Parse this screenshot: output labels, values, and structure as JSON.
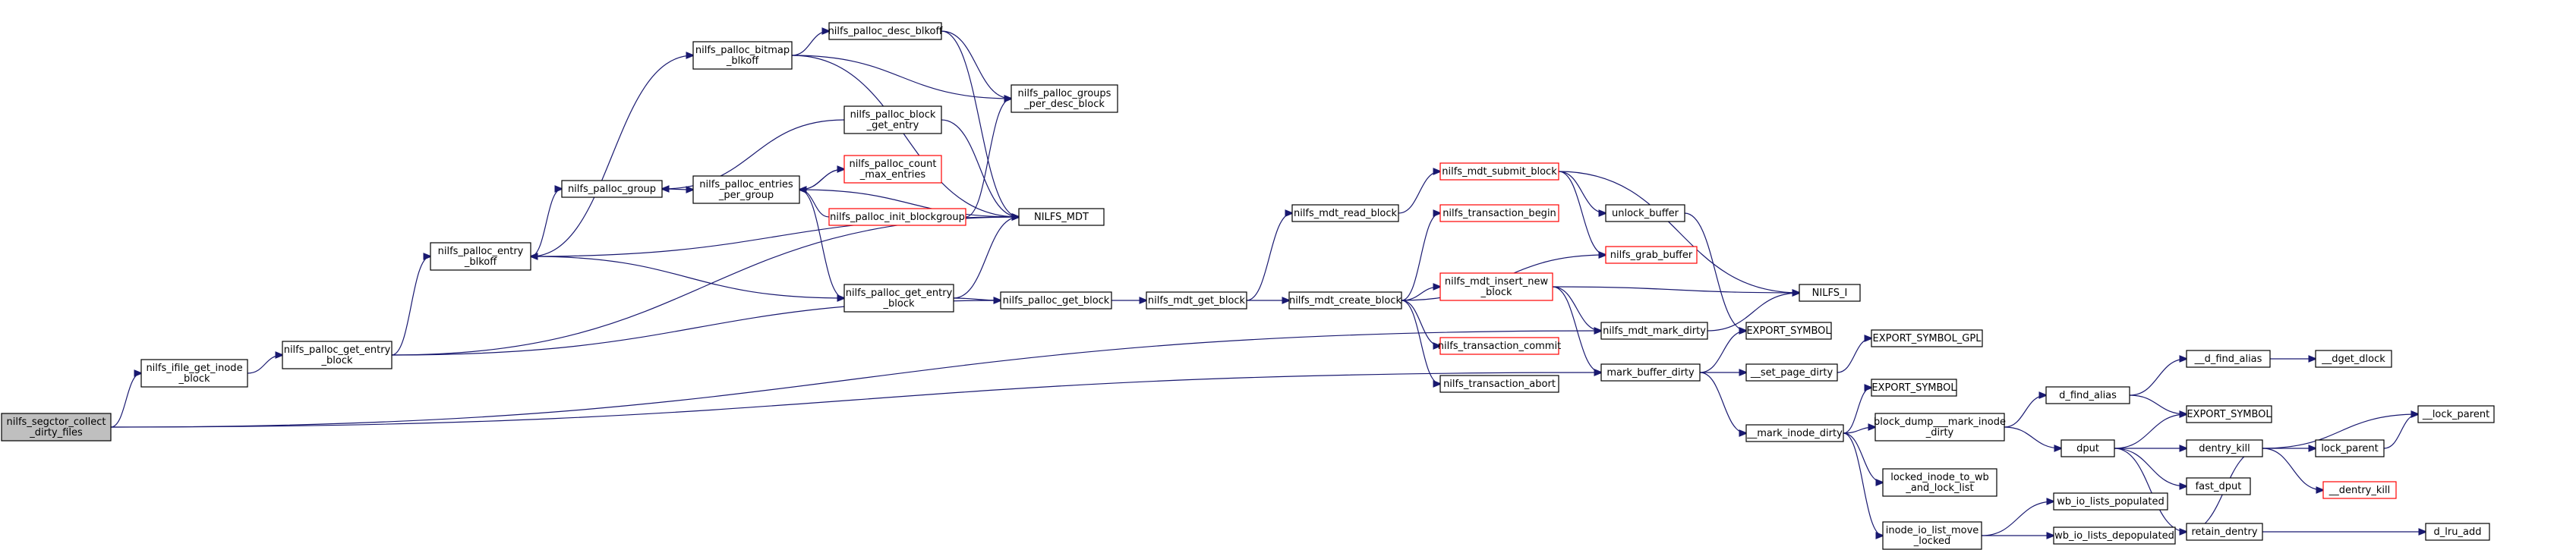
{
  "colors": {
    "background": "#ffffff",
    "edge": "#191970",
    "node_border": "#000000",
    "node_border_truncated": "#ff0000",
    "root_fill": "#bfbfbf"
  },
  "nodes": [
    {
      "id": "root",
      "lines": [
        "nilfs_segctor_collect",
        "_dirty_files"
      ],
      "root": true
    },
    {
      "id": "ifile_get_inode_block",
      "lines": [
        "nilfs_ifile_get_inode",
        "_block"
      ]
    },
    {
      "id": "palloc_get_entry_block",
      "lines": [
        "nilfs_palloc_get_entry",
        "_block"
      ]
    },
    {
      "id": "palloc_entry_blkoff",
      "lines": [
        "nilfs_palloc_entry",
        "_blkoff"
      ]
    },
    {
      "id": "palloc_group",
      "lines": [
        "nilfs_palloc_group"
      ]
    },
    {
      "id": "palloc_bitmap_blkoff",
      "lines": [
        "nilfs_palloc_bitmap",
        "_blkoff"
      ]
    },
    {
      "id": "palloc_entries_per_group",
      "lines": [
        "nilfs_palloc_entries",
        "_per_group"
      ]
    },
    {
      "id": "palloc_desc_blkoff",
      "lines": [
        "nilfs_palloc_desc_blkoff"
      ]
    },
    {
      "id": "palloc_block_get_entry",
      "lines": [
        "nilfs_palloc_block",
        "_get_entry"
      ]
    },
    {
      "id": "palloc_count_max_entries",
      "lines": [
        "nilfs_palloc_count",
        "_max_entries"
      ],
      "red": true
    },
    {
      "id": "palloc_init_blockgroup",
      "lines": [
        "nilfs_palloc_init_blockgroup"
      ],
      "red": true
    },
    {
      "id": "palloc_get_entry_block2",
      "lines": [
        "nilfs_palloc_get_entry",
        "_block"
      ]
    },
    {
      "id": "palloc_groups_per_desc_block",
      "lines": [
        "nilfs_palloc_groups",
        "_per_desc_block"
      ]
    },
    {
      "id": "NILFS_MDT",
      "lines": [
        "NILFS_MDT"
      ]
    },
    {
      "id": "palloc_get_block",
      "lines": [
        "nilfs_palloc_get_block"
      ]
    },
    {
      "id": "mdt_get_block",
      "lines": [
        "nilfs_mdt_get_block"
      ]
    },
    {
      "id": "mdt_read_block",
      "lines": [
        "nilfs_mdt_read_block"
      ]
    },
    {
      "id": "mdt_create_block",
      "lines": [
        "nilfs_mdt_create_block"
      ]
    },
    {
      "id": "mdt_submit_block",
      "lines": [
        "nilfs_mdt_submit_block"
      ],
      "red": true
    },
    {
      "id": "transaction_begin",
      "lines": [
        "nilfs_transaction_begin"
      ],
      "red": true
    },
    {
      "id": "mdt_insert_new_block",
      "lines": [
        "nilfs_mdt_insert_new",
        "_block"
      ],
      "red": true
    },
    {
      "id": "transaction_commit",
      "lines": [
        "nilfs_transaction_commit"
      ],
      "red": true
    },
    {
      "id": "transaction_abort",
      "lines": [
        "nilfs_transaction_abort"
      ]
    },
    {
      "id": "unlock_buffer",
      "lines": [
        "unlock_buffer"
      ]
    },
    {
      "id": "grab_buffer",
      "lines": [
        "nilfs_grab_buffer"
      ],
      "red": true
    },
    {
      "id": "NILFS_I",
      "lines": [
        "NILFS_I"
      ]
    },
    {
      "id": "mdt_mark_dirty",
      "lines": [
        "nilfs_mdt_mark_dirty"
      ]
    },
    {
      "id": "EXPORT_SYMBOL_1",
      "lines": [
        "EXPORT_SYMBOL"
      ]
    },
    {
      "id": "mark_buffer_dirty",
      "lines": [
        "mark_buffer_dirty"
      ]
    },
    {
      "id": "set_page_dirty",
      "lines": [
        "__set_page_dirty"
      ]
    },
    {
      "id": "EXPORT_SYMBOL_GPL",
      "lines": [
        "EXPORT_SYMBOL_GPL"
      ]
    },
    {
      "id": "EXPORT_SYMBOL_2",
      "lines": [
        "EXPORT_SYMBOL"
      ]
    },
    {
      "id": "mark_inode_dirty",
      "lines": [
        "__mark_inode_dirty"
      ]
    },
    {
      "id": "block_dump_mark_inode",
      "lines": [
        "block_dump___mark_inode",
        "_dirty"
      ]
    },
    {
      "id": "locked_inode_to_wb",
      "lines": [
        "locked_inode_to_wb",
        "_and_lock_list"
      ]
    },
    {
      "id": "inode_io_list_move_locked",
      "lines": [
        "inode_io_list_move",
        "_locked"
      ]
    },
    {
      "id": "wb_io_lists_populated",
      "lines": [
        "wb_io_lists_populated"
      ]
    },
    {
      "id": "wb_io_lists_depopulated",
      "lines": [
        "wb_io_lists_depopulated"
      ]
    },
    {
      "id": "d_find_alias",
      "lines": [
        "d_find_alias"
      ]
    },
    {
      "id": "dput",
      "lines": [
        "dput"
      ]
    },
    {
      "id": "__d_find_alias",
      "lines": [
        "__d_find_alias"
      ]
    },
    {
      "id": "EXPORT_SYMBOL_3",
      "lines": [
        "EXPORT_SYMBOL"
      ]
    },
    {
      "id": "dget_dlock",
      "lines": [
        "__dget_dlock"
      ]
    },
    {
      "id": "dentry_kill",
      "lines": [
        "dentry_kill"
      ]
    },
    {
      "id": "fast_dput",
      "lines": [
        "fast_dput"
      ]
    },
    {
      "id": "retain_dentry",
      "lines": [
        "retain_dentry"
      ]
    },
    {
      "id": "lock_parent",
      "lines": [
        "lock_parent"
      ]
    },
    {
      "id": "__dentry_kill",
      "lines": [
        "__dentry_kill"
      ],
      "red": true
    },
    {
      "id": "__lock_parent",
      "lines": [
        "__lock_parent"
      ]
    },
    {
      "id": "d_lru_add",
      "lines": [
        "d_lru_add"
      ]
    }
  ],
  "edges": [
    [
      "root",
      "ifile_get_inode_block"
    ],
    [
      "root",
      "mdt_mark_dirty"
    ],
    [
      "root",
      "mark_buffer_dirty"
    ],
    [
      "ifile_get_inode_block",
      "palloc_get_entry_block"
    ],
    [
      "palloc_get_entry_block",
      "palloc_entry_blkoff"
    ],
    [
      "palloc_get_entry_block",
      "palloc_get_block"
    ],
    [
      "palloc_get_entry_block",
      "NILFS_MDT"
    ],
    [
      "palloc_entry_blkoff",
      "palloc_group"
    ],
    [
      "palloc_entry_blkoff",
      "palloc_bitmap_blkoff"
    ],
    [
      "palloc_entry_blkoff",
      "NILFS_MDT"
    ],
    [
      "palloc_group",
      "palloc_entries_per_group"
    ],
    [
      "palloc_bitmap_blkoff",
      "palloc_desc_blkoff"
    ],
    [
      "palloc_bitmap_blkoff",
      "palloc_groups_per_desc_block"
    ],
    [
      "palloc_bitmap_blkoff",
      "NILFS_MDT"
    ],
    [
      "palloc_desc_blkoff",
      "palloc_groups_per_desc_block"
    ],
    [
      "palloc_desc_blkoff",
      "NILFS_MDT"
    ],
    [
      "palloc_entries_per_group",
      "palloc_count_max_entries"
    ],
    [
      "palloc_entries_per_group",
      "NILFS_MDT"
    ],
    [
      "palloc_block_get_entry",
      "palloc_group"
    ],
    [
      "palloc_block_get_entry",
      "NILFS_MDT"
    ],
    [
      "palloc_count_max_entries",
      "palloc_entries_per_group"
    ],
    [
      "palloc_init_blockgroup",
      "palloc_entries_per_group"
    ],
    [
      "palloc_init_blockgroup",
      "palloc_groups_per_desc_block"
    ],
    [
      "palloc_entries_per_group",
      "palloc_get_entry_block2"
    ],
    [
      "palloc_get_entry_block2",
      "palloc_entry_blkoff"
    ],
    [
      "palloc_get_entry_block2",
      "palloc_get_block"
    ],
    [
      "palloc_get_entry_block2",
      "NILFS_MDT"
    ],
    [
      "palloc_get_block",
      "mdt_get_block"
    ],
    [
      "mdt_get_block",
      "mdt_read_block"
    ],
    [
      "mdt_get_block",
      "mdt_create_block"
    ],
    [
      "mdt_read_block",
      "mdt_submit_block"
    ],
    [
      "mdt_submit_block",
      "unlock_buffer"
    ],
    [
      "mdt_submit_block",
      "grab_buffer"
    ],
    [
      "mdt_submit_block",
      "NILFS_I"
    ],
    [
      "mdt_create_block",
      "transaction_begin"
    ],
    [
      "mdt_create_block",
      "grab_buffer"
    ],
    [
      "mdt_create_block",
      "mdt_insert_new_block"
    ],
    [
      "mdt_create_block",
      "transaction_commit"
    ],
    [
      "mdt_create_block",
      "transaction_abort"
    ],
    [
      "mdt_insert_new_block",
      "NILFS_I"
    ],
    [
      "mdt_insert_new_block",
      "mdt_mark_dirty"
    ],
    [
      "mdt_insert_new_block",
      "mark_buffer_dirty"
    ],
    [
      "unlock_buffer",
      "EXPORT_SYMBOL_1"
    ],
    [
      "mdt_mark_dirty",
      "NILFS_I"
    ],
    [
      "mark_buffer_dirty",
      "EXPORT_SYMBOL_1"
    ],
    [
      "mark_buffer_dirty",
      "set_page_dirty"
    ],
    [
      "mark_buffer_dirty",
      "mark_inode_dirty"
    ],
    [
      "set_page_dirty",
      "EXPORT_SYMBOL_GPL"
    ],
    [
      "mark_inode_dirty",
      "EXPORT_SYMBOL_2"
    ],
    [
      "mark_inode_dirty",
      "block_dump_mark_inode"
    ],
    [
      "mark_inode_dirty",
      "locked_inode_to_wb"
    ],
    [
      "mark_inode_dirty",
      "inode_io_list_move_locked"
    ],
    [
      "inode_io_list_move_locked",
      "wb_io_lists_populated"
    ],
    [
      "inode_io_list_move_locked",
      "wb_io_lists_depopulated"
    ],
    [
      "block_dump_mark_inode",
      "d_find_alias"
    ],
    [
      "block_dump_mark_inode",
      "dput"
    ],
    [
      "d_find_alias",
      "__d_find_alias"
    ],
    [
      "d_find_alias",
      "EXPORT_SYMBOL_3"
    ],
    [
      "__d_find_alias",
      "dget_dlock"
    ],
    [
      "dput",
      "EXPORT_SYMBOL_3"
    ],
    [
      "dput",
      "dentry_kill"
    ],
    [
      "dput",
      "fast_dput"
    ],
    [
      "dput",
      "retain_dentry"
    ],
    [
      "dentry_kill",
      "lock_parent"
    ],
    [
      "dentry_kill",
      "__dentry_kill"
    ],
    [
      "dentry_kill",
      "__lock_parent"
    ],
    [
      "dentry_kill",
      "retain_dentry"
    ],
    [
      "lock_parent",
      "__lock_parent"
    ],
    [
      "retain_dentry",
      "d_lru_add"
    ]
  ]
}
